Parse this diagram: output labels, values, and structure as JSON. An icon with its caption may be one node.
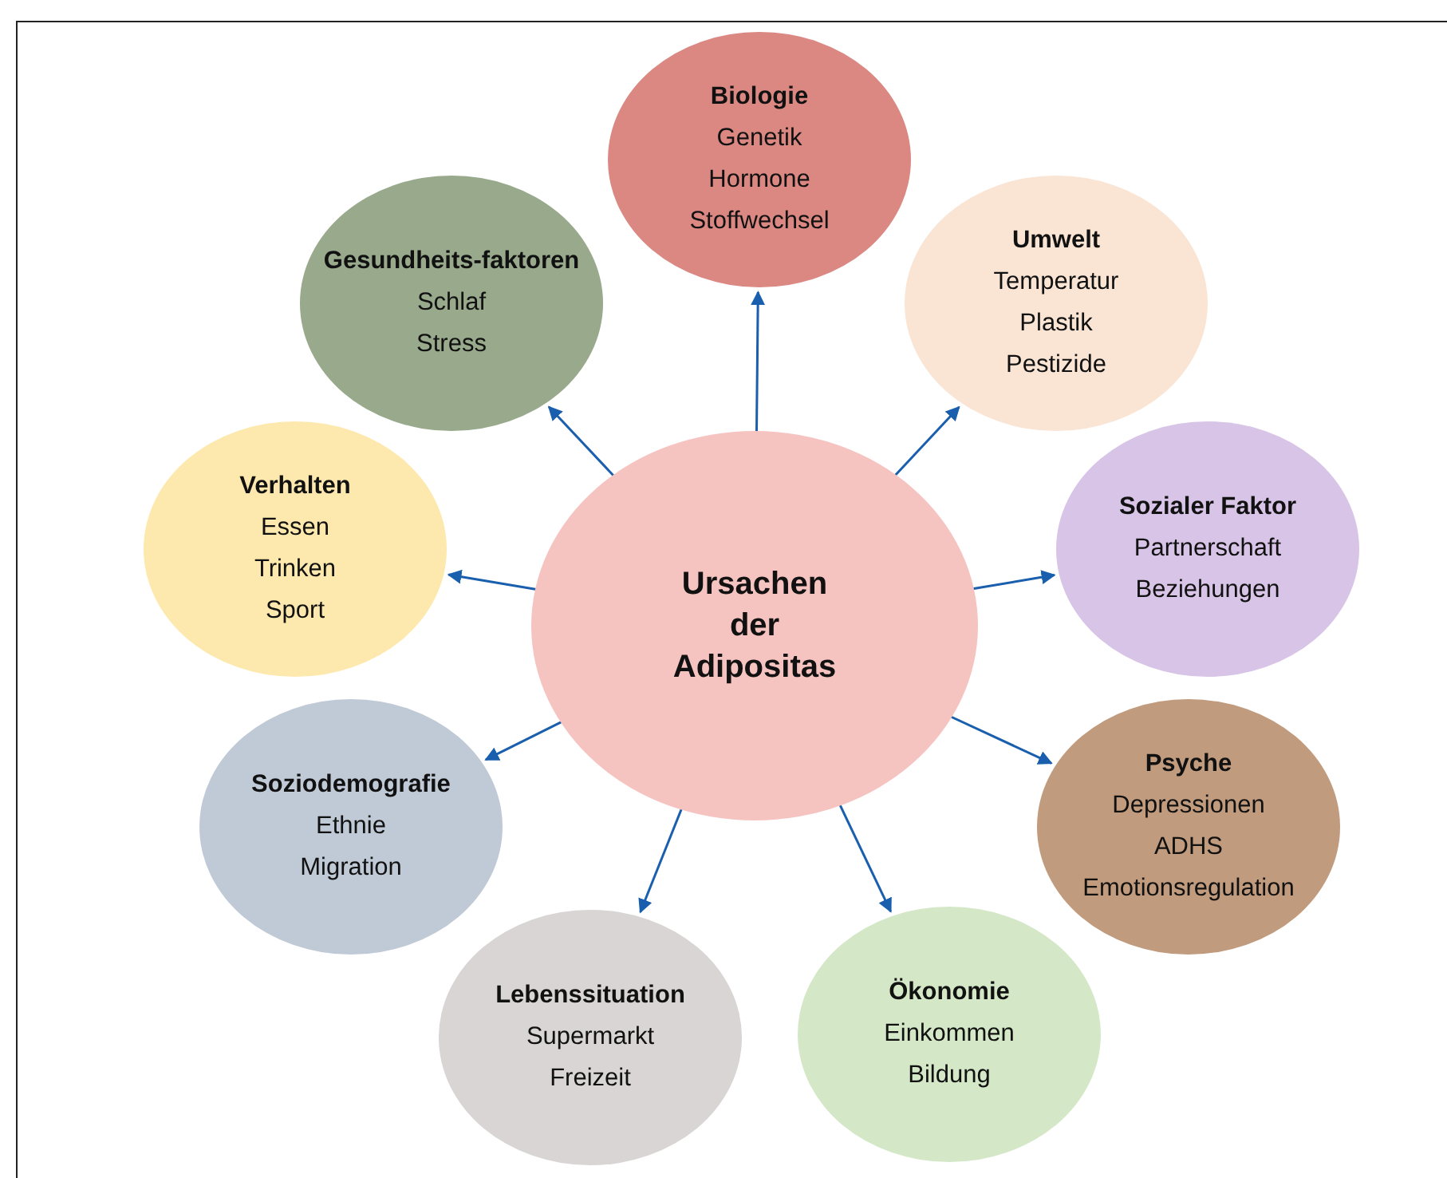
{
  "diagram": {
    "nodes": [
      {
        "text": [
          "Ursachen der Adipositas"
        ]
      },
      {
        "text": [
          "Biologie",
          "Genetik",
          "Hormone",
          "Stoffwechsel"
        ]
      },
      {
        "text": [
          "Gesundheits-faktoren",
          "Schlaf",
          "Stress"
        ]
      },
      {
        "text": [
          "Umwelt",
          "Temperatur",
          "Plastik",
          "Pestizide"
        ]
      },
      {
        "text": [
          "Verhalten",
          "Essen",
          "Trinken",
          "Sport"
        ]
      },
      {
        "text": [
          "Sozialer Faktor",
          "Partnerschaft",
          "Beziehungen"
        ]
      },
      {
        "text": [
          "Soziodemografie",
          "Ethnie",
          "Migration"
        ]
      },
      {
        "text": [
          "Psyche",
          "Depressionen",
          "ADHS",
          "Emotionsregulation"
        ]
      },
      {
        "text": [
          "Lebenssituation",
          "Supermarkt",
          "Freizeit"
        ]
      },
      {
        "text": [
          "Ökonomie",
          "Einkommen",
          "Bildung"
        ]
      }
    ],
    "edges": [
      {
        "from": 0,
        "to": 1,
        "arrow": "to"
      },
      {
        "from": 0,
        "to": 2,
        "arrow": "to"
      },
      {
        "from": 0,
        "to": 3,
        "arrow": "to"
      },
      {
        "from": 0,
        "to": 4,
        "arrow": "to"
      },
      {
        "from": 0,
        "to": 5,
        "arrow": "to"
      },
      {
        "from": 0,
        "to": 6,
        "arrow": "to"
      },
      {
        "from": 0,
        "to": 7,
        "arrow": "to"
      },
      {
        "from": 0,
        "to": 8,
        "arrow": "to"
      },
      {
        "from": 0,
        "to": 9,
        "arrow": "to"
      }
    ]
  }
}
